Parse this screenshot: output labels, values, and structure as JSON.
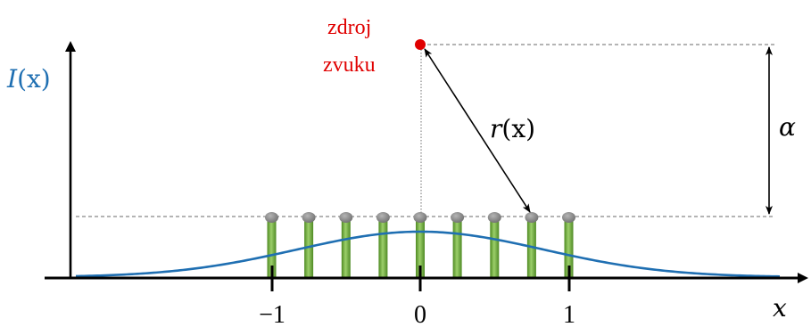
{
  "source_label": {
    "line1": "zdroj",
    "line2": "zvuku"
  },
  "curve_label": {
    "name": "I",
    "arg": "(x)"
  },
  "distance_label": {
    "name": "r",
    "arg": "(x)"
  },
  "height_label": "α",
  "x_axis_label": "x",
  "tick_labels": [
    "−1",
    "0",
    "1"
  ],
  "colors": {
    "source": "#e00000",
    "curve": "#1f6fb2",
    "poles": "#6aaa3a",
    "pole_caps": "#8a8a8a",
    "axes": "#000000",
    "guides": "#888888"
  },
  "speaker_positions": [
    -1,
    -0.75,
    -0.5,
    -0.25,
    0,
    0.25,
    0.5,
    0.75,
    1
  ]
}
